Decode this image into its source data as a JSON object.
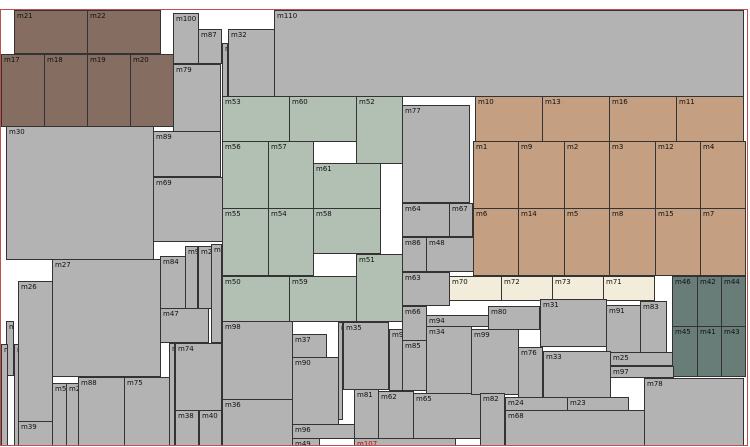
{
  "colors": {
    "gray": "#b3b3b3",
    "brown": "#856d62",
    "sage": "#b1c0b3",
    "tan": "#c49f81",
    "cream": "#f2ecda",
    "slate": "#687d78",
    "border": "#333333",
    "frame": "#c0504d"
  },
  "modules": [
    {
      "id": "m110",
      "c": "gray"
    },
    {
      "id": "m21",
      "c": "brown"
    },
    {
      "id": "m22",
      "c": "brown"
    },
    {
      "id": "m17",
      "c": "brown"
    },
    {
      "id": "m18",
      "c": "brown"
    },
    {
      "id": "m19",
      "c": "brown"
    },
    {
      "id": "m20",
      "c": "brown"
    },
    {
      "id": "m100",
      "c": "gray"
    },
    {
      "id": "m87",
      "c": "gray"
    },
    {
      "id": "m32",
      "c": "gray"
    },
    {
      "id": "m101",
      "c": "gray"
    },
    {
      "id": "m79",
      "c": "gray"
    },
    {
      "id": "m30",
      "c": "gray"
    },
    {
      "id": "m89",
      "c": "gray"
    },
    {
      "id": "m69",
      "c": "gray"
    },
    {
      "id": "m53",
      "c": "sage"
    },
    {
      "id": "m60",
      "c": "sage"
    },
    {
      "id": "m52",
      "c": "sage"
    },
    {
      "id": "m56",
      "c": "sage"
    },
    {
      "id": "m57",
      "c": "sage"
    },
    {
      "id": "m61",
      "c": "sage"
    },
    {
      "id": "m55",
      "c": "sage"
    },
    {
      "id": "m54",
      "c": "sage"
    },
    {
      "id": "m58",
      "c": "sage"
    },
    {
      "id": "m51",
      "c": "sage"
    },
    {
      "id": "m50",
      "c": "sage"
    },
    {
      "id": "m59",
      "c": "sage"
    },
    {
      "id": "m77",
      "c": "gray"
    },
    {
      "id": "m64",
      "c": "gray"
    },
    {
      "id": "m67",
      "c": "gray"
    },
    {
      "id": "m86",
      "c": "gray"
    },
    {
      "id": "m48",
      "c": "gray"
    },
    {
      "id": "m63",
      "c": "gray"
    },
    {
      "id": "m10",
      "c": "tan"
    },
    {
      "id": "m13",
      "c": "tan"
    },
    {
      "id": "m16",
      "c": "tan"
    },
    {
      "id": "m11",
      "c": "tan"
    },
    {
      "id": "m1",
      "c": "tan"
    },
    {
      "id": "m9",
      "c": "tan"
    },
    {
      "id": "m2",
      "c": "tan"
    },
    {
      "id": "m3",
      "c": "tan"
    },
    {
      "id": "m12",
      "c": "tan"
    },
    {
      "id": "m4",
      "c": "tan"
    },
    {
      "id": "m6",
      "c": "tan"
    },
    {
      "id": "m14",
      "c": "tan"
    },
    {
      "id": "m5",
      "c": "tan"
    },
    {
      "id": "m8",
      "c": "tan"
    },
    {
      "id": "m15",
      "c": "tan"
    },
    {
      "id": "m7",
      "c": "tan"
    },
    {
      "id": "m70",
      "c": "cream"
    },
    {
      "id": "m72",
      "c": "cream"
    },
    {
      "id": "m73",
      "c": "cream"
    },
    {
      "id": "m71",
      "c": "cream"
    },
    {
      "id": "m46",
      "c": "slate"
    },
    {
      "id": "m42",
      "c": "slate"
    },
    {
      "id": "m44",
      "c": "slate"
    },
    {
      "id": "m45",
      "c": "slate"
    },
    {
      "id": "m41",
      "c": "slate"
    },
    {
      "id": "m43",
      "c": "slate"
    },
    {
      "id": "m27",
      "c": "gray"
    },
    {
      "id": "m26",
      "c": "gray"
    },
    {
      "id": "m84",
      "c": "gray"
    },
    {
      "id": "m9",
      "c": "gray"
    },
    {
      "id": "m2",
      "c": "gray"
    },
    {
      "id": "m109",
      "c": "gray"
    },
    {
      "id": "m47",
      "c": "gray"
    },
    {
      "id": "m103",
      "c": "gray"
    },
    {
      "id": "m105",
      "c": "gray"
    },
    {
      "id": "m102",
      "c": "gray"
    },
    {
      "id": "m39",
      "c": "gray"
    },
    {
      "id": "m55",
      "c": "gray"
    },
    {
      "id": "m2",
      "c": "gray"
    },
    {
      "id": "m88",
      "c": "gray"
    },
    {
      "id": "m75",
      "c": "gray"
    },
    {
      "id": "m104",
      "c": "gray"
    },
    {
      "id": "m74",
      "c": "gray"
    },
    {
      "id": "m38",
      "c": "gray"
    },
    {
      "id": "m40",
      "c": "gray"
    },
    {
      "id": "m98",
      "c": "gray"
    },
    {
      "id": "m36",
      "c": "gray"
    },
    {
      "id": "m37",
      "c": "gray"
    },
    {
      "id": "m90",
      "c": "gray"
    },
    {
      "id": "m96",
      "c": "gray"
    },
    {
      "id": "m49",
      "c": "gray"
    },
    {
      "id": "m106",
      "c": "gray"
    },
    {
      "id": "m35",
      "c": "gray"
    },
    {
      "id": "m93",
      "c": "gray"
    },
    {
      "id": "m66",
      "c": "gray"
    },
    {
      "id": "m85",
      "c": "gray"
    },
    {
      "id": "m81",
      "c": "gray"
    },
    {
      "id": "m62",
      "c": "gray"
    },
    {
      "id": "m65",
      "c": "gray"
    },
    {
      "id": "m107",
      "c": "gray"
    },
    {
      "id": "m94",
      "c": "gray"
    },
    {
      "id": "m80",
      "c": "gray"
    },
    {
      "id": "m34",
      "c": "gray"
    },
    {
      "id": "m99",
      "c": "gray"
    },
    {
      "id": "m82",
      "c": "gray"
    },
    {
      "id": "m31",
      "c": "gray"
    },
    {
      "id": "m91",
      "c": "gray"
    },
    {
      "id": "m83",
      "c": "gray"
    },
    {
      "id": "m76",
      "c": "gray"
    },
    {
      "id": "m33",
      "c": "gray"
    },
    {
      "id": "m25",
      "c": "gray"
    },
    {
      "id": "m97",
      "c": "gray"
    },
    {
      "id": "m24",
      "c": "gray"
    },
    {
      "id": "m23",
      "c": "gray"
    },
    {
      "id": "m68",
      "c": "gray"
    },
    {
      "id": "m78",
      "c": "gray"
    }
  ]
}
